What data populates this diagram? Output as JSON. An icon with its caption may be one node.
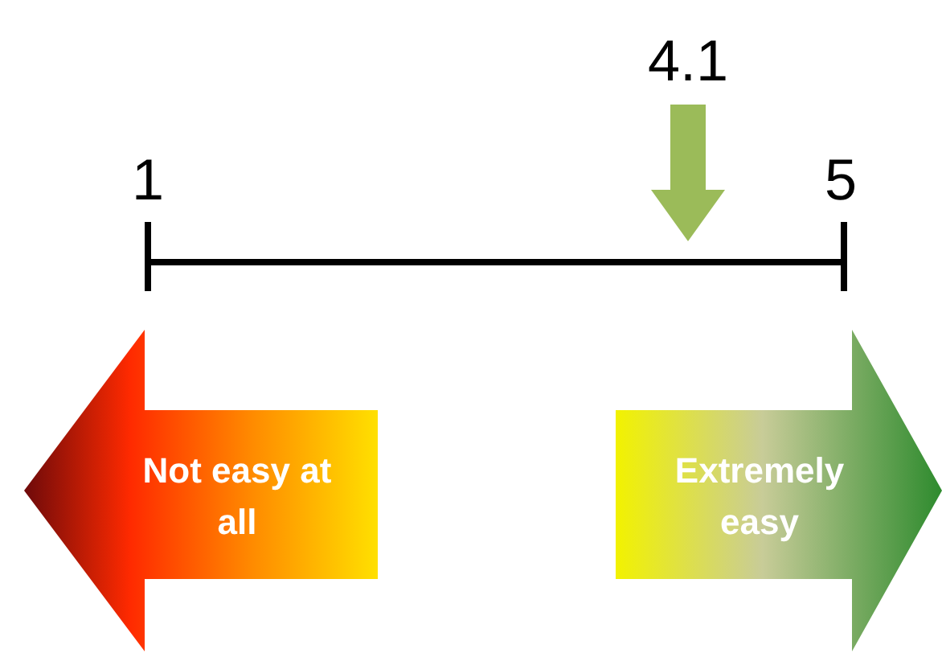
{
  "diagram": {
    "nodes": [
      {
        "text": [
          "Not easy at all"
        ]
      },
      {
        "text": [
          "Extremely easy"
        ]
      }
    ],
    "labels": [
      "4.1",
      "1",
      "5"
    ]
  }
}
